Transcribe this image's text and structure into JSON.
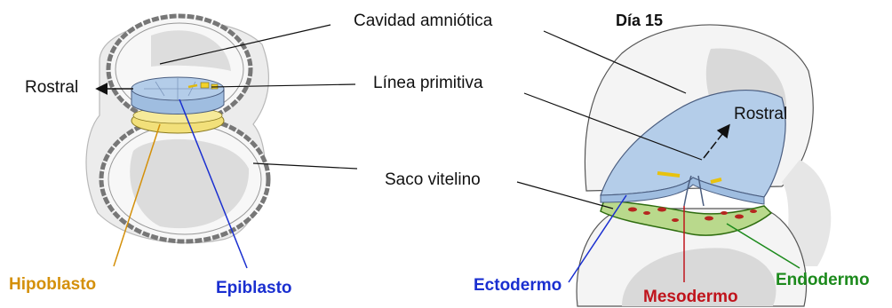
{
  "labels": {
    "title": "Día 15",
    "amniotic_cavity": "Cavidad amniótica",
    "primitive_streak": "Línea primitiva",
    "yolk_sac": "Saco vitelino",
    "rostral_left": "Rostral",
    "rostral_right": "Rostral",
    "hypoblast": "Hipoblasto",
    "epiblast": "Epiblasto",
    "ectoderm": "Ectodermo",
    "mesoderm": "Mesodermo",
    "endoderm": "Endodermo"
  },
  "colors": {
    "hypoblast": "#d4900a",
    "epiblast": "#1a2fd0",
    "ectoderm": "#1a2fd0",
    "mesoderm": "#c0141c",
    "endoderm": "#1c8a1c",
    "blue_fill": "#b4cde9",
    "yellow_fill": "#f2e07a",
    "green_fill": "#b9d98c",
    "gray_fill": "#d8d8d8",
    "gray_light": "#e9e9e9"
  }
}
